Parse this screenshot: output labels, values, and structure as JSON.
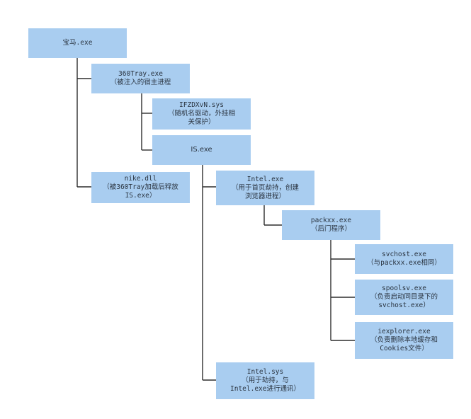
{
  "diagram": {
    "root": {
      "line1": "宝马.exe"
    },
    "tray": {
      "line1": "360Tray.exe",
      "line2": "（被注入的宿主进程"
    },
    "ifzd": {
      "line1": "IFZDXvN.sys",
      "line2": "（随机名驱动，外挂相",
      "line3": "关保护）"
    },
    "is": {
      "line1": "IS.exe"
    },
    "nike": {
      "line1": "nike.dll",
      "line2": "（被360Tray加载后释放",
      "line3": "IS.exe）"
    },
    "intel_exe": {
      "line1": "Intel.exe",
      "line2": "（用于首页劫持，创建",
      "line3": "浏览器进程）"
    },
    "packxx": {
      "line1": "packxx.exe",
      "line2": "（后门程序）"
    },
    "svchost": {
      "line1": "svchost.exe",
      "line2": "（与packxx.exe相同）"
    },
    "spoolsv": {
      "line1": "spoolsv.exe",
      "line2": "（负责启动同目录下的",
      "line3": "svchost.exe）"
    },
    "iexplorer": {
      "line1": "iexplorer.exe",
      "line2": "（负责删除本地缓存和",
      "line3": "Cookies文件）"
    },
    "intel_sys": {
      "line1": "Intel.sys",
      "line2": "（用于劫持，与",
      "line3": "Intel.exe进行通讯）"
    }
  }
}
